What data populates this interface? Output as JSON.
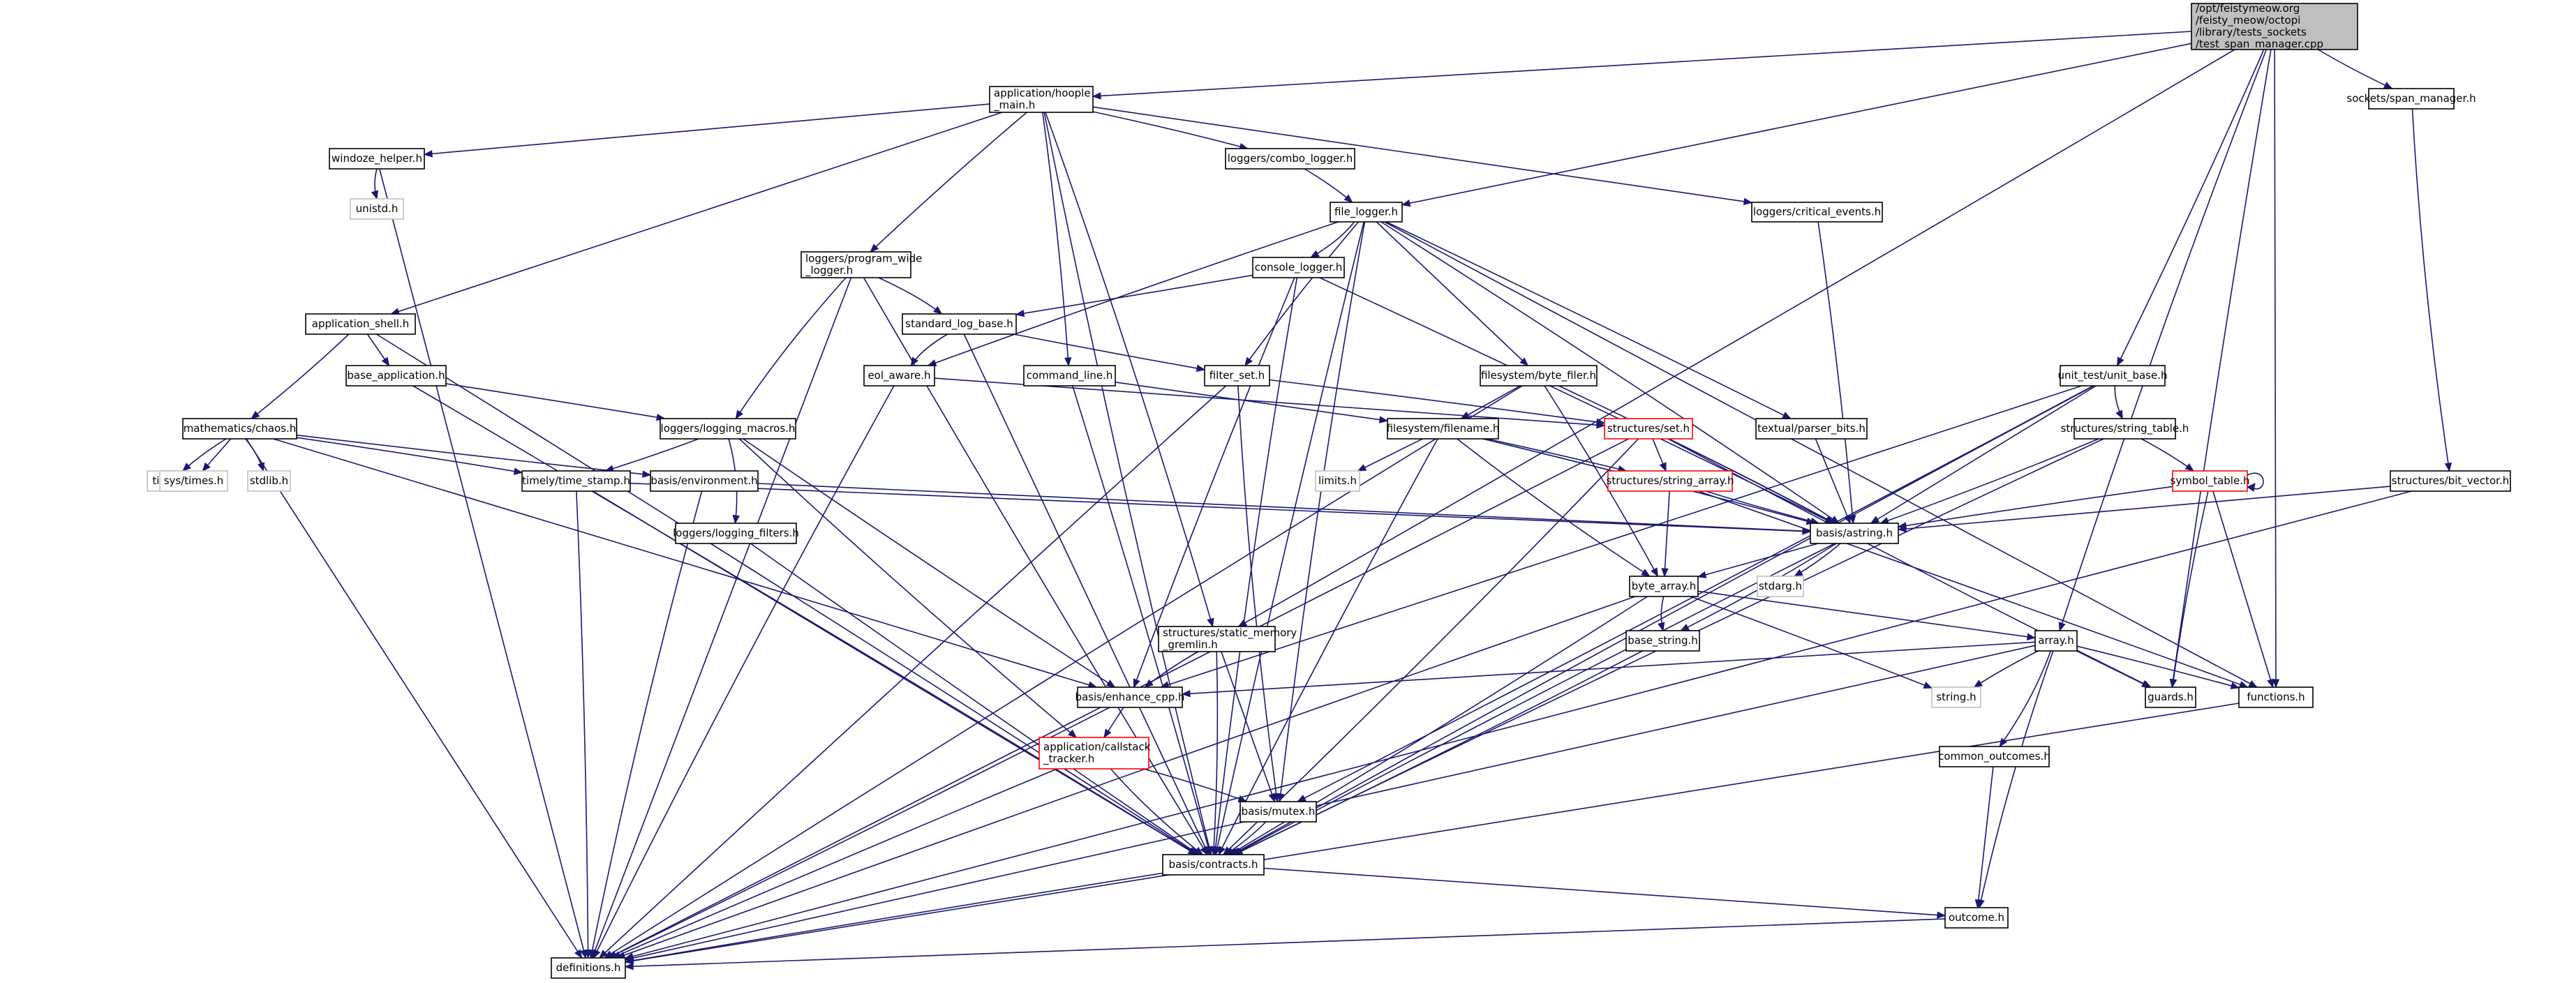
{
  "diagram": {
    "title": "Include dependency graph for test_span_manager.cpp",
    "colors": {
      "edge": "#191970",
      "root_fill": "#bfbfbf",
      "missing_border": "#bfbfbf",
      "truncated_border": "#ff0000"
    },
    "nodes": [
      {
        "id": "root",
        "lines": [
          "/opt/feistymeow.org",
          "/feisty_meow/octopi",
          "/library/tests_sockets",
          "/test_span_manager.cpp"
        ],
        "style": "root"
      },
      {
        "id": "hoople_main",
        "lines": [
          "application/hoople",
          "_main.h"
        ],
        "style": "normal"
      },
      {
        "id": "span_manager",
        "lines": [
          "sockets/span_manager.h"
        ],
        "style": "normal"
      },
      {
        "id": "windoze_helper",
        "lines": [
          "windoze_helper.h"
        ],
        "style": "normal"
      },
      {
        "id": "combo_logger",
        "lines": [
          "loggers/combo_logger.h"
        ],
        "style": "normal"
      },
      {
        "id": "unistd",
        "lines": [
          "unistd.h"
        ],
        "style": "gray"
      },
      {
        "id": "file_logger",
        "lines": [
          "file_logger.h"
        ],
        "style": "normal"
      },
      {
        "id": "critical_events",
        "lines": [
          "loggers/critical_events.h"
        ],
        "style": "normal"
      },
      {
        "id": "program_wide_logger",
        "lines": [
          "loggers/program_wide",
          "_logger.h"
        ],
        "style": "normal"
      },
      {
        "id": "console_logger",
        "lines": [
          "console_logger.h"
        ],
        "style": "normal"
      },
      {
        "id": "application_shell",
        "lines": [
          "application_shell.h"
        ],
        "style": "normal"
      },
      {
        "id": "standard_log_base",
        "lines": [
          "standard_log_base.h"
        ],
        "style": "normal"
      },
      {
        "id": "base_application",
        "lines": [
          "base_application.h"
        ],
        "style": "normal"
      },
      {
        "id": "eol_aware",
        "lines": [
          "eol_aware.h"
        ],
        "style": "normal"
      },
      {
        "id": "command_line",
        "lines": [
          "command_line.h"
        ],
        "style": "normal"
      },
      {
        "id": "filter_set",
        "lines": [
          "filter_set.h"
        ],
        "style": "normal"
      },
      {
        "id": "byte_filer",
        "lines": [
          "filesystem/byte_filer.h"
        ],
        "style": "normal"
      },
      {
        "id": "unit_base",
        "lines": [
          "unit_test/unit_base.h"
        ],
        "style": "normal"
      },
      {
        "id": "chaos",
        "lines": [
          "mathematics/chaos.h"
        ],
        "style": "normal"
      },
      {
        "id": "logging_macros",
        "lines": [
          "loggers/logging_macros.h"
        ],
        "style": "normal"
      },
      {
        "id": "filename",
        "lines": [
          "filesystem/filename.h"
        ],
        "style": "normal"
      },
      {
        "id": "set",
        "lines": [
          "structures/set.h"
        ],
        "style": "red"
      },
      {
        "id": "parser_bits",
        "lines": [
          "textual/parser_bits.h"
        ],
        "style": "normal"
      },
      {
        "id": "string_table",
        "lines": [
          "structures/string_table.h"
        ],
        "style": "normal"
      },
      {
        "id": "time_h",
        "lines": [
          "time.h"
        ],
        "style": "gray"
      },
      {
        "id": "sys_times",
        "lines": [
          "sys/times.h"
        ],
        "style": "gray"
      },
      {
        "id": "stdlib",
        "lines": [
          "stdlib.h"
        ],
        "style": "gray"
      },
      {
        "id": "time_stamp",
        "lines": [
          "timely/time_stamp.h"
        ],
        "style": "normal"
      },
      {
        "id": "environment",
        "lines": [
          "basis/environment.h"
        ],
        "style": "normal"
      },
      {
        "id": "limits",
        "lines": [
          "limits.h"
        ],
        "style": "gray"
      },
      {
        "id": "string_array",
        "lines": [
          "structures/string_array.h"
        ],
        "style": "red"
      },
      {
        "id": "symbol_table",
        "lines": [
          "symbol_table.h"
        ],
        "style": "red"
      },
      {
        "id": "bit_vector",
        "lines": [
          "structures/bit_vector.h"
        ],
        "style": "normal"
      },
      {
        "id": "logging_filters",
        "lines": [
          "loggers/logging_filters.h"
        ],
        "style": "normal"
      },
      {
        "id": "astring",
        "lines": [
          "basis/astring.h"
        ],
        "style": "normal"
      },
      {
        "id": "byte_array",
        "lines": [
          "byte_array.h"
        ],
        "style": "normal"
      },
      {
        "id": "stdarg",
        "lines": [
          "stdarg.h"
        ],
        "style": "gray"
      },
      {
        "id": "static_memory_gremlin",
        "lines": [
          "structures/static_memory",
          "_gremlin.h"
        ],
        "style": "normal"
      },
      {
        "id": "base_string",
        "lines": [
          "base_string.h"
        ],
        "style": "normal"
      },
      {
        "id": "array",
        "lines": [
          "array.h"
        ],
        "style": "normal"
      },
      {
        "id": "enhance_cpp",
        "lines": [
          "basis/enhance_cpp.h"
        ],
        "style": "normal"
      },
      {
        "id": "string_h",
        "lines": [
          "string.h"
        ],
        "style": "gray"
      },
      {
        "id": "guards",
        "lines": [
          "guards.h"
        ],
        "style": "normal"
      },
      {
        "id": "functions",
        "lines": [
          "functions.h"
        ],
        "style": "normal"
      },
      {
        "id": "callstack_tracker",
        "lines": [
          "application/callstack",
          "_tracker.h"
        ],
        "style": "red"
      },
      {
        "id": "common_outcomes",
        "lines": [
          "common_outcomes.h"
        ],
        "style": "normal"
      },
      {
        "id": "mutex",
        "lines": [
          "basis/mutex.h"
        ],
        "style": "normal"
      },
      {
        "id": "contracts",
        "lines": [
          "basis/contracts.h"
        ],
        "style": "normal"
      },
      {
        "id": "outcome",
        "lines": [
          "outcome.h"
        ],
        "style": "normal"
      },
      {
        "id": "definitions",
        "lines": [
          "definitions.h"
        ],
        "style": "normal"
      }
    ],
    "edges": [
      [
        "root",
        "hoople_main"
      ],
      [
        "root",
        "span_manager"
      ],
      [
        "root",
        "file_logger"
      ],
      [
        "root",
        "unit_base"
      ],
      [
        "root",
        "static_memory_gremlin"
      ],
      [
        "root",
        "array"
      ],
      [
        "root",
        "guards"
      ],
      [
        "root",
        "functions"
      ],
      [
        "hoople_main",
        "windoze_helper"
      ],
      [
        "hoople_main",
        "combo_logger"
      ],
      [
        "hoople_main",
        "critical_events"
      ],
      [
        "hoople_main",
        "program_wide_logger"
      ],
      [
        "hoople_main",
        "application_shell"
      ],
      [
        "hoople_main",
        "command_line"
      ],
      [
        "hoople_main",
        "static_memory_gremlin"
      ],
      [
        "hoople_main",
        "contracts"
      ],
      [
        "windoze_helper",
        "unistd"
      ],
      [
        "windoze_helper",
        "definitions"
      ],
      [
        "combo_logger",
        "file_logger"
      ],
      [
        "file_logger",
        "console_logger"
      ],
      [
        "file_logger",
        "eol_aware"
      ],
      [
        "file_logger",
        "filter_set"
      ],
      [
        "file_logger",
        "byte_filer"
      ],
      [
        "file_logger",
        "parser_bits"
      ],
      [
        "file_logger",
        "astring"
      ],
      [
        "file_logger",
        "mutex"
      ],
      [
        "file_logger",
        "contracts"
      ],
      [
        "file_logger",
        "functions"
      ],
      [
        "critical_events",
        "astring"
      ],
      [
        "program_wide_logger",
        "standard_log_base"
      ],
      [
        "program_wide_logger",
        "logging_macros"
      ],
      [
        "program_wide_logger",
        "contracts"
      ],
      [
        "program_wide_logger",
        "definitions"
      ],
      [
        "console_logger",
        "standard_log_base"
      ],
      [
        "console_logger",
        "astring"
      ],
      [
        "console_logger",
        "contracts"
      ],
      [
        "console_logger",
        "enhance_cpp"
      ],
      [
        "application_shell",
        "base_application"
      ],
      [
        "application_shell",
        "chaos"
      ],
      [
        "application_shell",
        "contracts"
      ],
      [
        "standard_log_base",
        "eol_aware"
      ],
      [
        "standard_log_base",
        "filter_set"
      ],
      [
        "standard_log_base",
        "contracts"
      ],
      [
        "base_application",
        "logging_macros"
      ],
      [
        "base_application",
        "contracts"
      ],
      [
        "eol_aware",
        "definitions"
      ],
      [
        "eol_aware",
        "set"
      ],
      [
        "command_line",
        "filename"
      ],
      [
        "command_line",
        "contracts"
      ],
      [
        "filter_set",
        "set"
      ],
      [
        "filter_set",
        "mutex"
      ],
      [
        "filter_set",
        "definitions"
      ],
      [
        "byte_filer",
        "filename"
      ],
      [
        "byte_filer",
        "byte_array"
      ],
      [
        "byte_filer",
        "astring"
      ],
      [
        "byte_filer",
        "definitions"
      ],
      [
        "unit_base",
        "string_table"
      ],
      [
        "unit_base",
        "astring"
      ],
      [
        "unit_base",
        "enhance_cpp"
      ],
      [
        "unit_base",
        "mutex"
      ],
      [
        "unit_base",
        "contracts"
      ],
      [
        "chaos",
        "time_h"
      ],
      [
        "chaos",
        "sys_times"
      ],
      [
        "chaos",
        "stdlib"
      ],
      [
        "chaos",
        "time_stamp"
      ],
      [
        "chaos",
        "environment"
      ],
      [
        "chaos",
        "enhance_cpp"
      ],
      [
        "chaos",
        "definitions"
      ],
      [
        "logging_macros",
        "time_stamp"
      ],
      [
        "logging_macros",
        "logging_filters"
      ],
      [
        "logging_macros",
        "callstack_tracker"
      ],
      [
        "logging_macros",
        "enhance_cpp"
      ],
      [
        "filename",
        "limits"
      ],
      [
        "filename",
        "string_array"
      ],
      [
        "filename",
        "astring"
      ],
      [
        "filename",
        "byte_array"
      ],
      [
        "filename",
        "contracts"
      ],
      [
        "set",
        "string_array"
      ],
      [
        "set",
        "astring"
      ],
      [
        "set",
        "contracts"
      ],
      [
        "set",
        "guards"
      ],
      [
        "set",
        "definitions"
      ],
      [
        "parser_bits",
        "astring"
      ],
      [
        "string_table",
        "symbol_table"
      ],
      [
        "string_table",
        "astring"
      ],
      [
        "string_table",
        "contracts"
      ],
      [
        "time_stamp",
        "astring"
      ],
      [
        "time_stamp",
        "contracts"
      ],
      [
        "time_stamp",
        "definitions"
      ],
      [
        "environment",
        "astring"
      ],
      [
        "environment",
        "definitions"
      ],
      [
        "string_array",
        "astring"
      ],
      [
        "string_array",
        "byte_array"
      ],
      [
        "string_array",
        "functions"
      ],
      [
        "symbol_table",
        "symbol_table"
      ],
      [
        "symbol_table",
        "astring"
      ],
      [
        "symbol_table",
        "guards"
      ],
      [
        "symbol_table",
        "functions"
      ],
      [
        "bit_vector",
        "astring"
      ],
      [
        "bit_vector",
        "definitions"
      ],
      [
        "span_manager",
        "bit_vector"
      ],
      [
        "logging_filters",
        "contracts"
      ],
      [
        "astring",
        "byte_array"
      ],
      [
        "astring",
        "stdarg"
      ],
      [
        "astring",
        "base_string"
      ],
      [
        "astring",
        "contracts"
      ],
      [
        "byte_array",
        "base_string"
      ],
      [
        "byte_array",
        "array"
      ],
      [
        "byte_array",
        "string_h"
      ],
      [
        "byte_array",
        "contracts"
      ],
      [
        "byte_array",
        "definitions"
      ],
      [
        "static_memory_gremlin",
        "enhance_cpp"
      ],
      [
        "static_memory_gremlin",
        "mutex"
      ],
      [
        "static_memory_gremlin",
        "contracts"
      ],
      [
        "base_string",
        "contracts"
      ],
      [
        "array",
        "enhance_cpp"
      ],
      [
        "array",
        "string_h"
      ],
      [
        "array",
        "guards"
      ],
      [
        "array",
        "functions"
      ],
      [
        "array",
        "common_outcomes"
      ],
      [
        "array",
        "outcome"
      ],
      [
        "array",
        "definitions"
      ],
      [
        "enhance_cpp",
        "callstack_tracker"
      ],
      [
        "enhance_cpp",
        "definitions"
      ],
      [
        "callstack_tracker",
        "mutex"
      ],
      [
        "callstack_tracker",
        "contracts"
      ],
      [
        "callstack_tracker",
        "definitions"
      ],
      [
        "common_outcomes",
        "outcome"
      ],
      [
        "mutex",
        "contracts"
      ],
      [
        "contracts",
        "outcome"
      ],
      [
        "contracts",
        "definitions"
      ],
      [
        "outcome",
        "definitions"
      ],
      [
        "functions",
        "definitions"
      ]
    ]
  }
}
